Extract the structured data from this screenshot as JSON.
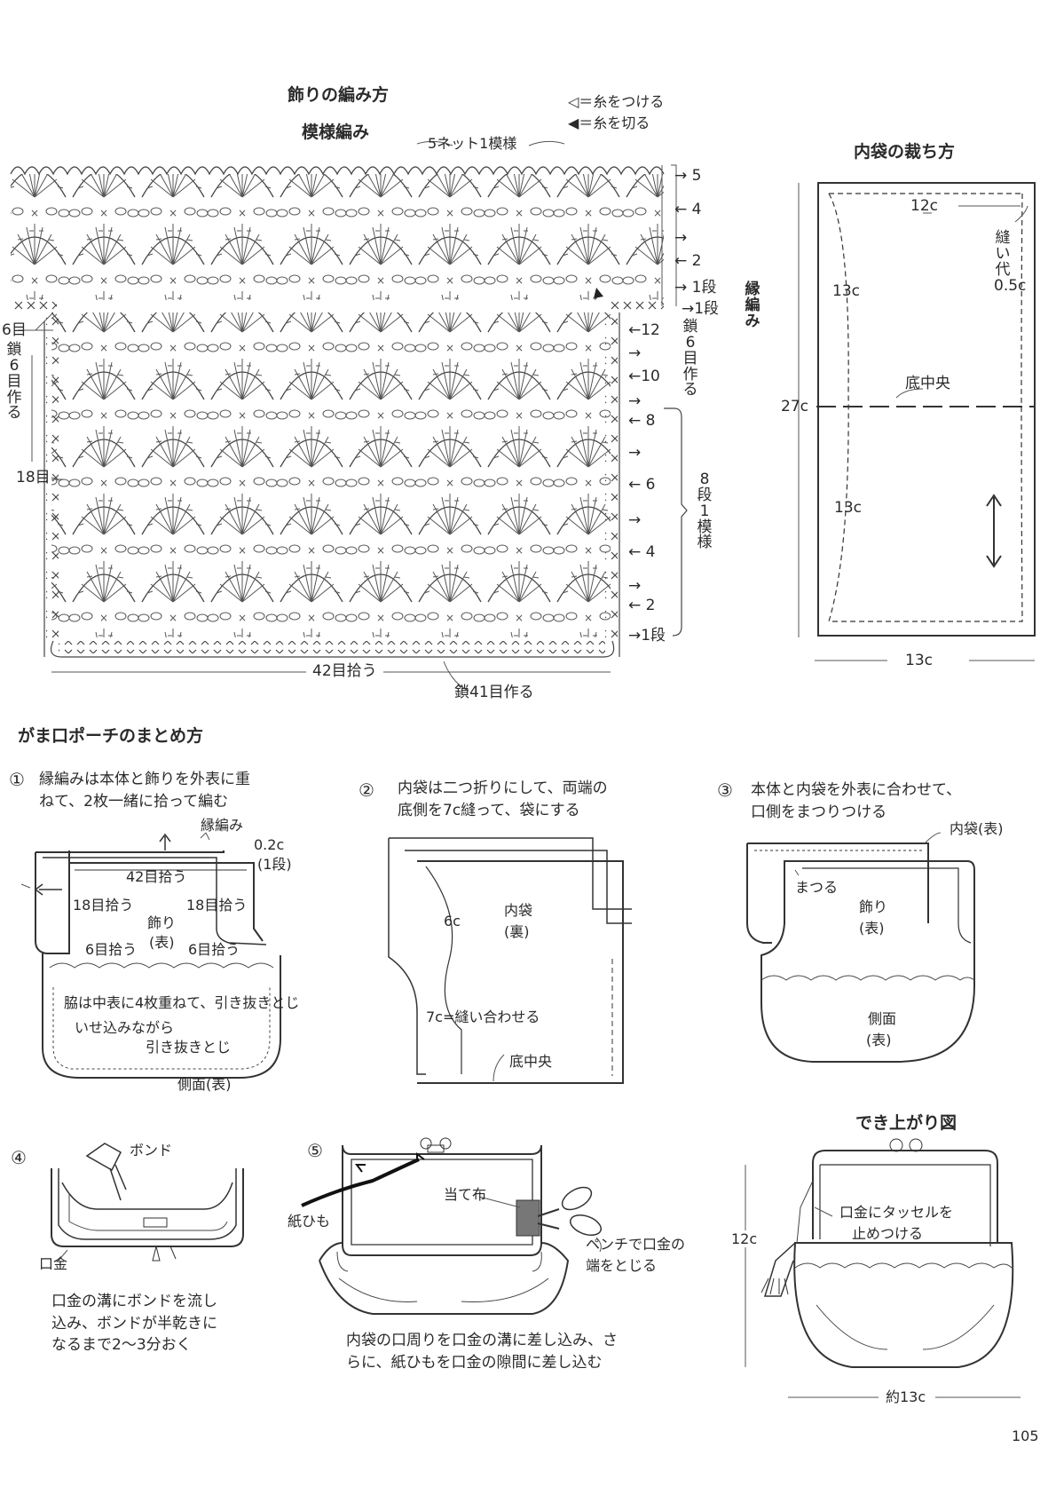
{
  "crochet_chart": {
    "title": "飾りの編み方",
    "pattern_name": "模様編み",
    "legend_attach": "◁＝糸をつける",
    "legend_cut": "◀＝糸を切る",
    "repeat_label": "5ネット1模様",
    "edging_label": "縁編み",
    "right_rows_top": [
      "→ 5",
      "← 4",
      "→",
      "← 2",
      "→ 1段",
      "→1段"
    ],
    "right_rows_bottom": [
      "←12",
      "→",
      "←10",
      "→",
      "← 8",
      "→",
      "← 6",
      "→",
      "← 4",
      "→",
      "← 2",
      "→1段"
    ],
    "right_chain_note": "鎖6目作る",
    "repeat_rows_note": "8段1模様",
    "left_6": "6目",
    "left_chain_note": "鎖6目作る",
    "left_18": "18目",
    "bottom_pickup": "42目拾う",
    "bottom_chain": "鎖41目作る"
  },
  "inner_bag": {
    "title": "内袋の裁ち方",
    "width_top": "12c",
    "seam": "縫い代0.5c",
    "upper_h": "13c",
    "total_h": "27c",
    "center": "底中央",
    "lower_h": "13c",
    "width_bottom": "13c"
  },
  "assembly": {
    "title": "がま口ポーチのまとめ方",
    "steps": [
      {
        "num": "①",
        "text": "縁編みは本体と飾りを外表に重ねて、2枚一緒に拾って編む"
      },
      {
        "num": "②",
        "text": "内袋は二つ折りにして、両端の底側を7c縫って、袋にする"
      },
      {
        "num": "③",
        "text": "本体と内袋を外表に合わせて、口側をまつりつける"
      },
      {
        "num": "④",
        "text": "口金の溝にボンドを流し込み、ボンドが半乾きになるまで2〜3分おく"
      },
      {
        "num": "⑤",
        "text": "内袋の口周りを口金の溝に差し込み、さらに、紙ひもを口金の隙間に差し込む"
      }
    ],
    "step1_labels": {
      "edging": "縁編み",
      "row": "0.2c",
      "row1": "(1段)",
      "pick42": "42目拾う",
      "pick18l": "18目拾う",
      "pick18r": "18目拾う",
      "deco": "飾り",
      "deco2": "(表)",
      "pick6l": "6目拾う",
      "pick6r": "6目拾う",
      "sides": "脇は中表に4枚重ねて、引き抜きとじ",
      "ease": "いせ込みながら",
      "slip": "引き抜きとじ",
      "side": "側面(表)"
    },
    "step2_labels": {
      "six": "6c",
      "bag": "内袋",
      "bag2": "(裏)",
      "seam": "7c=縫い合わせる",
      "center": "底中央"
    },
    "step3_labels": {
      "bag": "内袋(表)",
      "stitch": "まつる",
      "deco": "飾り",
      "deco2": "(表)",
      "side": "側面",
      "side2": "(表)"
    },
    "step4_labels": {
      "bond": "ボンド",
      "frame": "口金"
    },
    "step5_labels": {
      "cord": "紙ひも",
      "cloth": "当て布",
      "pliers": "ペンチで口金の",
      "pliers2": "端をとじる"
    }
  },
  "finished": {
    "title": "でき上がり図",
    "tassel": "口金にタッセルを",
    "tassel2": "止めつける",
    "height": "12c",
    "width": "約13c"
  },
  "page_number": "105"
}
